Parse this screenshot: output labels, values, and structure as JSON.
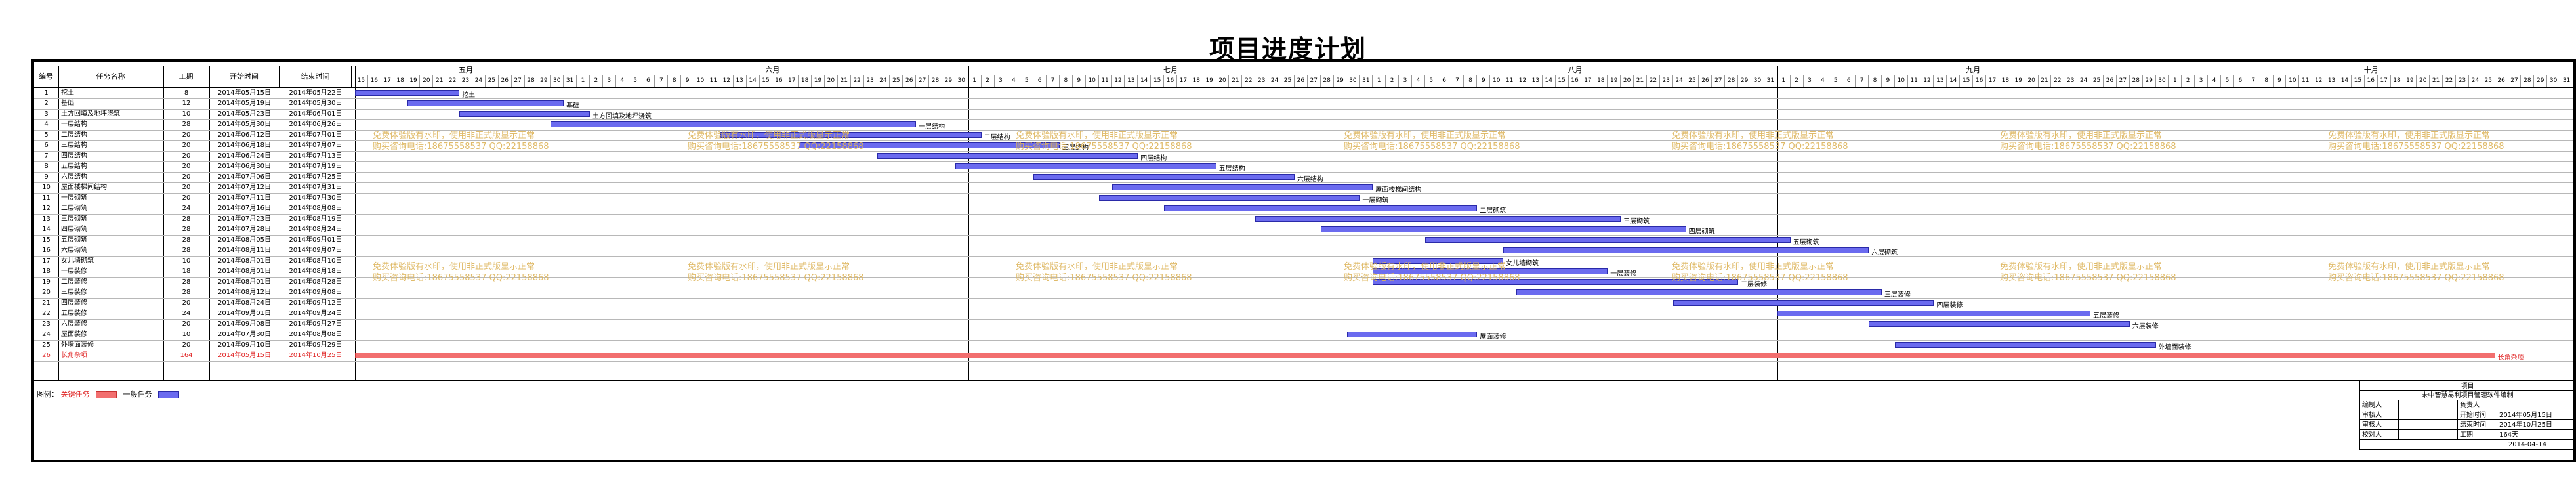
{
  "title": "项目进度计划",
  "headers": {
    "no": "编号",
    "name": "任务名称",
    "duration": "工期",
    "start": "开始时间",
    "end": "结束时间"
  },
  "months": [
    "五月",
    "六月",
    "七月",
    "八月",
    "九月",
    "十月"
  ],
  "tasks": [
    {
      "no": "1",
      "name": "挖土",
      "dur": "8",
      "start": "2014年05月15日",
      "end": "2014年05月22日",
      "label": "挖土",
      "crit": false
    },
    {
      "no": "2",
      "name": "基础",
      "dur": "12",
      "start": "2014年05月19日",
      "end": "2014年05月30日",
      "label": "基础",
      "crit": false
    },
    {
      "no": "3",
      "name": "土方回填及地坪浇筑",
      "dur": "10",
      "start": "2014年05月23日",
      "end": "2014年06月01日",
      "label": "土方回填及地坪浇筑",
      "crit": false
    },
    {
      "no": "4",
      "name": "一层结构",
      "dur": "28",
      "start": "2014年05月30日",
      "end": "2014年06月26日",
      "label": "一层结构",
      "crit": false
    },
    {
      "no": "5",
      "name": "二层结构",
      "dur": "20",
      "start": "2014年06月12日",
      "end": "2014年07月01日",
      "label": "二层结构",
      "crit": false
    },
    {
      "no": "6",
      "name": "三层结构",
      "dur": "20",
      "start": "2014年06月18日",
      "end": "2014年07月07日",
      "label": "三层结构",
      "crit": false
    },
    {
      "no": "7",
      "name": "四层结构",
      "dur": "20",
      "start": "2014年06月24日",
      "end": "2014年07月13日",
      "label": "四层结构",
      "crit": false
    },
    {
      "no": "8",
      "name": "五层结构",
      "dur": "20",
      "start": "2014年06月30日",
      "end": "2014年07月19日",
      "label": "五层结构",
      "crit": false
    },
    {
      "no": "9",
      "name": "六层结构",
      "dur": "20",
      "start": "2014年07月06日",
      "end": "2014年07月25日",
      "label": "六层结构",
      "crit": false
    },
    {
      "no": "10",
      "name": "屋面楼梯间结构",
      "dur": "20",
      "start": "2014年07月12日",
      "end": "2014年07月31日",
      "label": "屋面楼梯间结构",
      "crit": false
    },
    {
      "no": "11",
      "name": "一层砌筑",
      "dur": "20",
      "start": "2014年07月11日",
      "end": "2014年07月30日",
      "label": "一层砌筑",
      "crit": false
    },
    {
      "no": "12",
      "name": "二层砌筑",
      "dur": "24",
      "start": "2014年07月16日",
      "end": "2014年08月08日",
      "label": "二层砌筑",
      "crit": false
    },
    {
      "no": "13",
      "name": "三层砌筑",
      "dur": "28",
      "start": "2014年07月23日",
      "end": "2014年08月19日",
      "label": "三层砌筑",
      "crit": false
    },
    {
      "no": "14",
      "name": "四层砌筑",
      "dur": "28",
      "start": "2014年07月28日",
      "end": "2014年08月24日",
      "label": "四层砌筑",
      "crit": false
    },
    {
      "no": "15",
      "name": "五层砌筑",
      "dur": "28",
      "start": "2014年08月05日",
      "end": "2014年09月01日",
      "label": "五层砌筑",
      "crit": false
    },
    {
      "no": "16",
      "name": "六层砌筑",
      "dur": "28",
      "start": "2014年08月11日",
      "end": "2014年09月07日",
      "label": "六层砌筑",
      "crit": false
    },
    {
      "no": "17",
      "name": "女儿墙砌筑",
      "dur": "10",
      "start": "2014年08月01日",
      "end": "2014年08月10日",
      "label": "女儿墙砌筑",
      "crit": false
    },
    {
      "no": "18",
      "name": "一层装修",
      "dur": "18",
      "start": "2014年08月01日",
      "end": "2014年08月18日",
      "label": "一层装修",
      "crit": false
    },
    {
      "no": "19",
      "name": "二层装修",
      "dur": "28",
      "start": "2014年08月01日",
      "end": "2014年08月28日",
      "label": "二层装修",
      "crit": false
    },
    {
      "no": "20",
      "name": "三层装修",
      "dur": "28",
      "start": "2014年08月12日",
      "end": "2014年09月08日",
      "label": "三层装修",
      "crit": false
    },
    {
      "no": "21",
      "name": "四层装修",
      "dur": "20",
      "start": "2014年08月24日",
      "end": "2014年09月12日",
      "label": "四层装修",
      "crit": false
    },
    {
      "no": "22",
      "name": "五层装修",
      "dur": "24",
      "start": "2014年09月01日",
      "end": "2014年09月24日",
      "label": "五层装修",
      "crit": false
    },
    {
      "no": "23",
      "name": "六层装修",
      "dur": "20",
      "start": "2014年09月08日",
      "end": "2014年09月27日",
      "label": "六层装修",
      "crit": false
    },
    {
      "no": "24",
      "name": "屋面装修",
      "dur": "10",
      "start": "2014年07月30日",
      "end": "2014年08月08日",
      "label": "屋面装修",
      "crit": false
    },
    {
      "no": "25",
      "name": "外墙面装修",
      "dur": "20",
      "start": "2014年09月10日",
      "end": "2014年09月29日",
      "label": "外墙面装修",
      "crit": false
    },
    {
      "no": "26",
      "name": "长角杂项",
      "dur": "164",
      "start": "2014年05月15日",
      "end": "2014年10月25日",
      "label": "长角杂项",
      "crit": true
    }
  ],
  "watermark": {
    "line1": "免费体验版有水印，使用非正式版显示正常",
    "line2": "购买咨询电话:18675558537 QQ:22158868"
  },
  "legend": {
    "prefix": "图例：",
    "critical": "关键任务",
    "normal": "一般任务"
  },
  "info": {
    "header": "项目",
    "subtitle": "未中智慧易利项目管理软件编制",
    "rows": [
      [
        "编制人",
        "",
        "负责人",
        ""
      ],
      [
        "审核人",
        "",
        "开始时间",
        "2014年05月15日"
      ],
      [
        "审核人",
        "",
        "结束时间",
        "2014年10月25日"
      ],
      [
        "校对人",
        "",
        "工期",
        "164天"
      ]
    ],
    "date": "2014-04-14"
  },
  "colors": {
    "normal_bar": "#6b6bef",
    "critical_bar": "#f26f6f",
    "watermark": "#ddb45a"
  }
}
